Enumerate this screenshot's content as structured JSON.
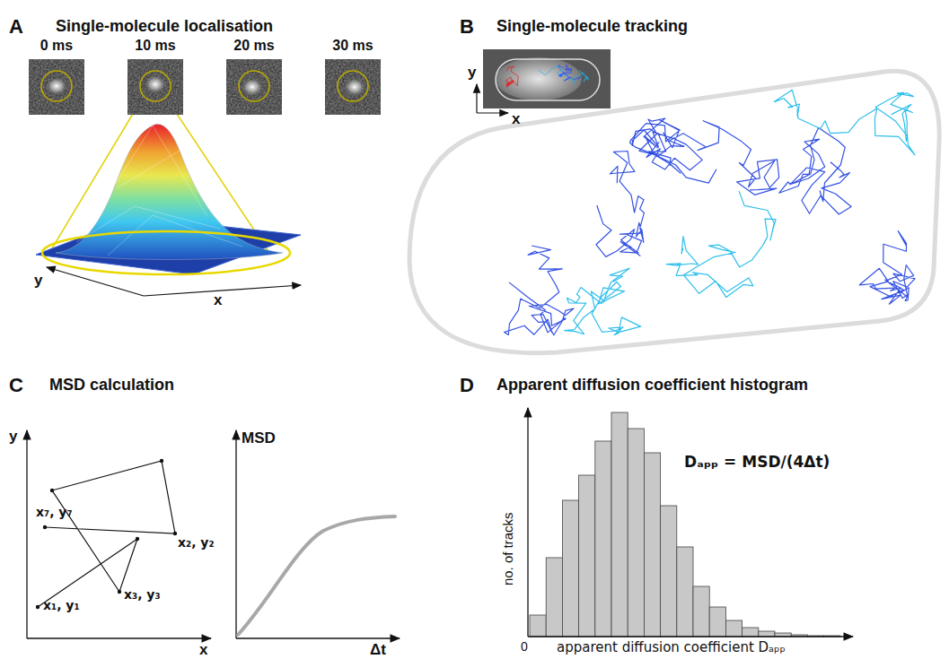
{
  "diagram": {
    "nodes": [
      {
        "text": [
          "0 ms"
        ]
      },
      {
        "text": [
          "10 ms"
        ]
      },
      {
        "text": [
          "20 ms"
        ]
      },
      {
        "text": [
          "30 ms"
        ]
      }
    ],
    "labels": [
      "A",
      "Single-molecule localisation",
      "y",
      "x",
      "B",
      "Single-molecule tracking",
      "y",
      "x",
      "C",
      "MSD calculation",
      "y",
      "x",
      "x₇, y₇",
      "x₂, y₂",
      "x₁, y₁",
      "x₃, y₃",
      "MSD",
      "Δt",
      "D",
      "Apparent diffusion coefficient histogram",
      "no. of tracks",
      "0",
      "Dₐₚₚ = MSD/(4Δt)",
      "apparent diffusion coefficient Dₐₚₚ"
    ]
  }
}
